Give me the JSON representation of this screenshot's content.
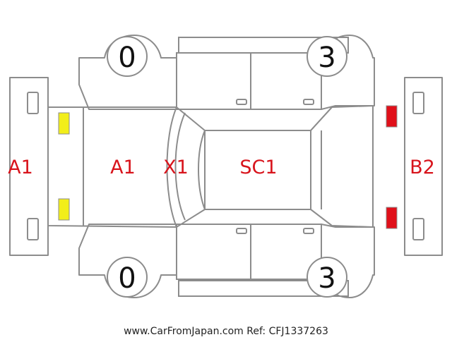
{
  "diagram": {
    "damage_labels": {
      "front_bumper": "A1",
      "hood": "A1",
      "front_pillars": "X1",
      "roof": "SC1",
      "rear_bumper": "B2"
    },
    "wheel_labels": {
      "front_left": "0",
      "rear_left": "3",
      "front_right": "0",
      "rear_right": "3"
    },
    "light_colors": {
      "front": "#f2ee1a",
      "rear": "#e0101a"
    },
    "line_color": "#8c8c8c",
    "damage_color": "#d8141c"
  },
  "footer": {
    "text": "www.CarFromJapan.com Ref: CFJ1337263"
  }
}
